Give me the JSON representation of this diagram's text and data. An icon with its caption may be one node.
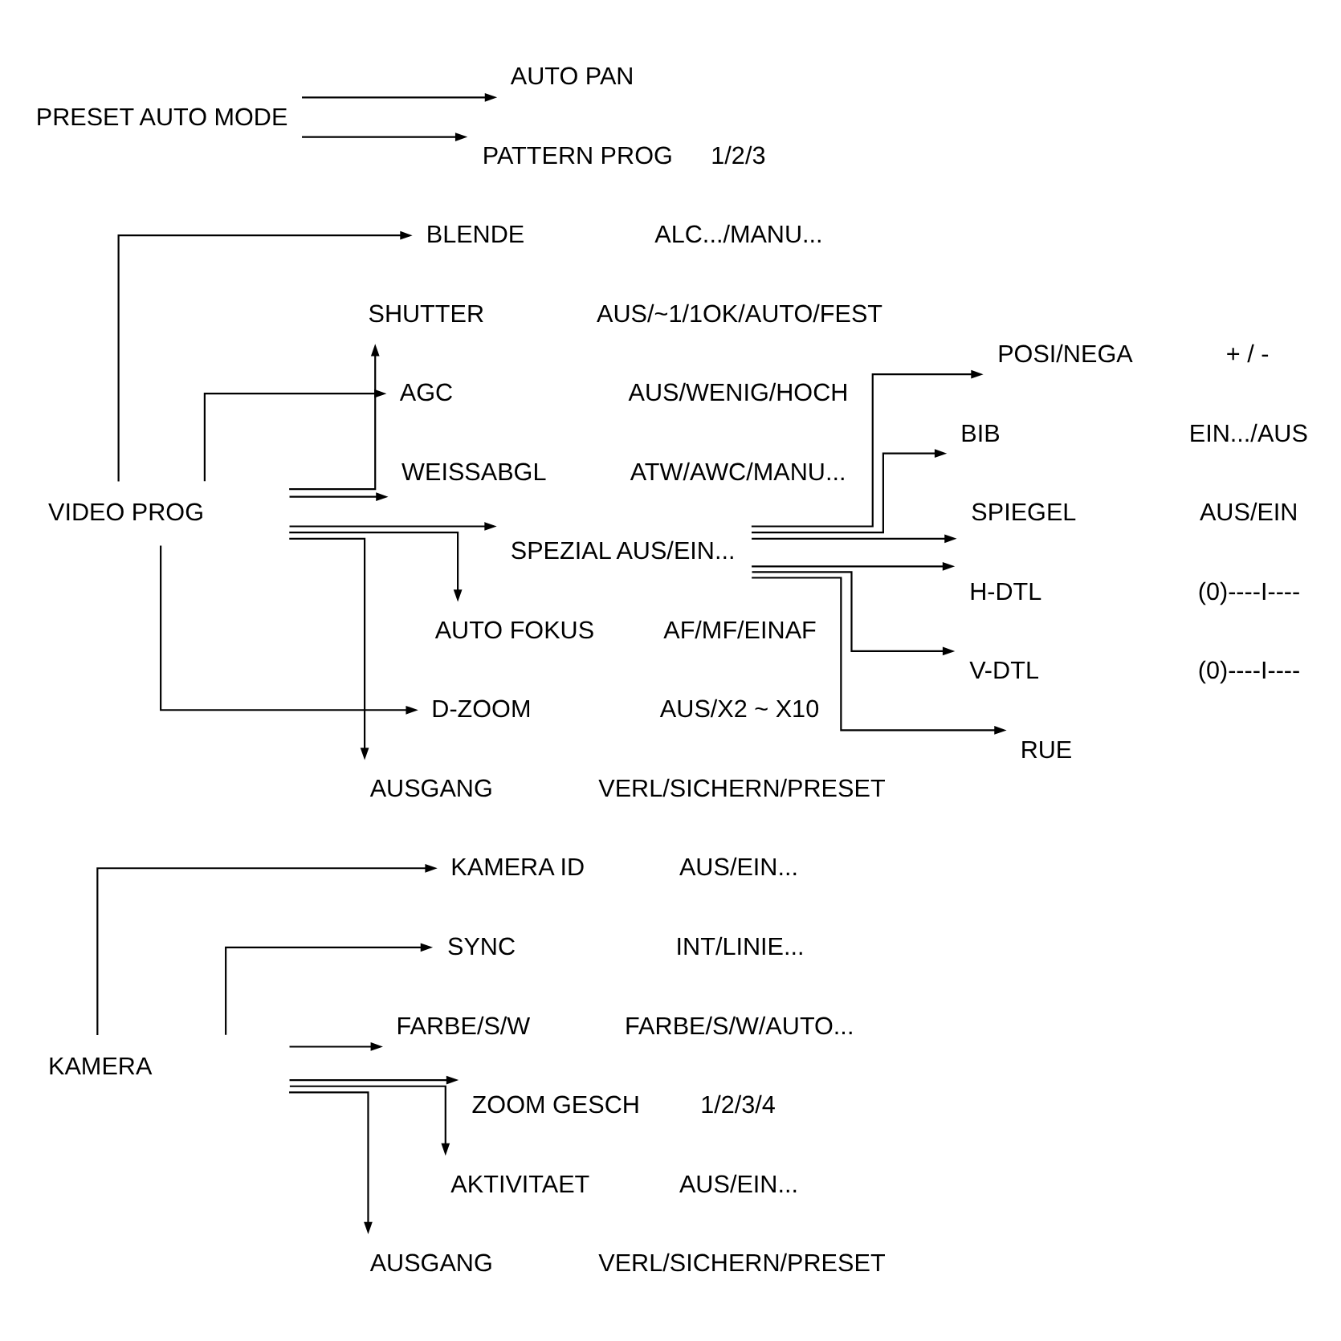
{
  "diagram": {
    "nodes": [
      {
        "text": [
          "KAMERA"
        ]
      },
      {
        "text": [
          "KAMERA ID"
        ],
        "beside": [
          "AUS/EIN..."
        ]
      },
      {
        "text": [
          "SYNC"
        ],
        "beside": [
          "INT/LINIE..."
        ]
      },
      {
        "text": [
          "FARBE/S/W"
        ],
        "beside": [
          "FARBE/S/W/AUTO..."
        ]
      },
      {
        "text": [
          "ZOOM GESCH"
        ],
        "beside": [
          "1/2/3/4"
        ]
      },
      {
        "text": [
          "AKTIVITAET"
        ],
        "beside": [
          "AUS/EIN..."
        ]
      },
      {
        "text": [
          "AUSGANG"
        ],
        "beside": [
          "VERL/SICHERN/PRESET"
        ]
      },
      {
        "text": [
          "VIDEO PROG"
        ]
      },
      {
        "text": [
          "BLENDE"
        ],
        "beside": [
          "ALC.../MANU..."
        ]
      },
      {
        "text": [
          "SHUTTER"
        ],
        "beside": [
          "AUS/~1/1OK/AUTO/FEST"
        ]
      },
      {
        "text": [
          "AGC"
        ],
        "beside": [
          "AUS/WENIG/HOCH"
        ]
      },
      {
        "text": [
          "WEISSABGL"
        ],
        "beside": [
          "ATW/AWC/MANU..."
        ]
      },
      {
        "text": [
          "SPEZIAL AUS/EIN..."
        ]
      },
      {
        "text": [
          "POSI/NEGA"
        ],
        "beside": [
          "+ / -"
        ]
      },
      {
        "text": [
          "BIB"
        ],
        "beside": [
          "EIN.../AUS"
        ]
      },
      {
        "text": [
          "SPIEGEL"
        ],
        "beside": [
          "AUS/EIN"
        ]
      },
      {
        "text": [
          "H-DTL"
        ],
        "beside": [
          "(0)----I----"
        ]
      },
      {
        "text": [
          "V-DTL"
        ],
        "beside": [
          "(0)----I----"
        ]
      },
      {
        "text": [
          "RUE"
        ]
      },
      {
        "text": [
          "AUTO FOKUS"
        ],
        "beside": [
          "AF/MF/EINAF"
        ]
      },
      {
        "text": [
          "D-ZOOM"
        ],
        "beside": [
          "AUS/X2 ~ X10"
        ]
      },
      {
        "text": [
          "AUSGANG"
        ],
        "beside": [
          "VERL/SICHERN/PRESET"
        ]
      },
      {
        "text": [
          "PRESET AUTO MODE"
        ]
      },
      {
        "text": [
          "AUTO PAN"
        ]
      },
      {
        "text": [
          "PATTERN PROG"
        ],
        "beside": [
          "1/2/3"
        ]
      }
    ],
    "edges": [
      {
        "from": 0,
        "to": 1,
        "arrow": "to"
      },
      {
        "from": 0,
        "to": 2,
        "arrow": "to"
      },
      {
        "from": 0,
        "to": 3,
        "arrow": "to"
      },
      {
        "from": 0,
        "to": 4,
        "arrow": "to"
      },
      {
        "from": 0,
        "to": 5,
        "arrow": "to"
      },
      {
        "from": 0,
        "to": 6,
        "arrow": "to"
      },
      {
        "from": 7,
        "to": 8,
        "arrow": "to"
      },
      {
        "from": 7,
        "to": 9,
        "arrow": "to"
      },
      {
        "from": 7,
        "to": 10,
        "arrow": "to"
      },
      {
        "from": 7,
        "to": 11,
        "arrow": "to"
      },
      {
        "from": 7,
        "to": 12,
        "arrow": "to"
      },
      {
        "from": 12,
        "to": 13,
        "arrow": "to"
      },
      {
        "from": 12,
        "to": 14,
        "arrow": "to"
      },
      {
        "from": 12,
        "to": 15,
        "arrow": "to"
      },
      {
        "from": 12,
        "to": 16,
        "arrow": "to"
      },
      {
        "from": 12,
        "to": 17,
        "arrow": "to"
      },
      {
        "from": 12,
        "to": 18,
        "arrow": "to"
      },
      {
        "from": 7,
        "to": 19,
        "arrow": "to"
      },
      {
        "from": 7,
        "to": 20,
        "arrow": "to"
      },
      {
        "from": 7,
        "to": 21,
        "arrow": "to"
      },
      {
        "from": 22,
        "to": 23,
        "arrow": "to"
      },
      {
        "from": 22,
        "to": 24,
        "arrow": "to"
      }
    ]
  }
}
